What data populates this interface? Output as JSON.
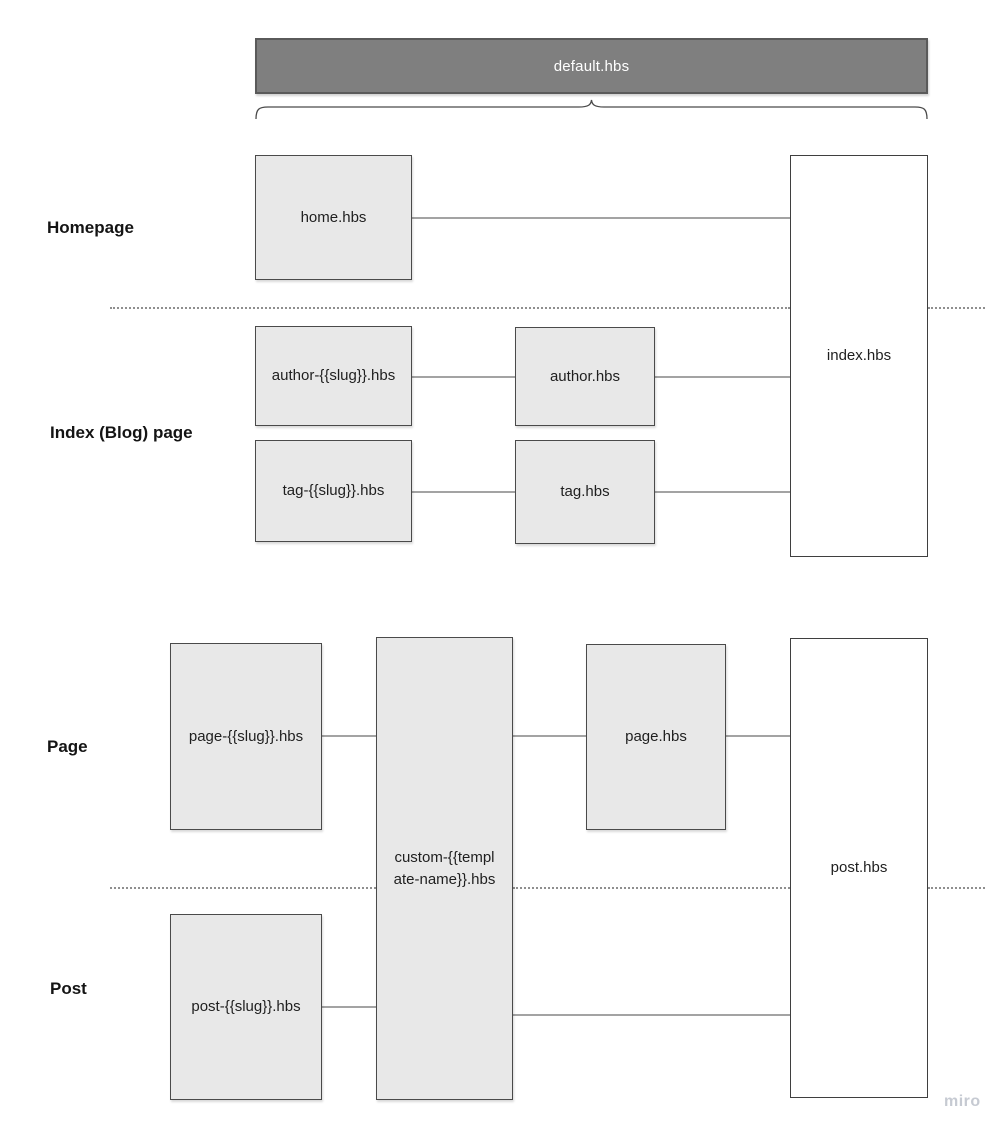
{
  "header": {
    "label": "default.hbs"
  },
  "sections": {
    "homepage": "Homepage",
    "index_blog": "Index (Blog) page",
    "page": "Page",
    "post": "Post"
  },
  "nodes": {
    "home": "home.hbs",
    "author_slug": "author-{{slug}}.hbs",
    "author": "author.hbs",
    "tag_slug": "tag-{{slug}}.hbs",
    "tag": "tag.hbs",
    "index": "index.hbs",
    "page_slug": "page-{{slug}}.hbs",
    "custom_template": "custom-{{templ\nate-name}}.hbs",
    "page": "page.hbs",
    "post": "post.hbs",
    "post_slug": "post-{{slug}}.hbs"
  },
  "watermark": "miro",
  "colors": {
    "header_fill": "#7f7f7f",
    "header_border": "#5a5a5a",
    "header_text": "#ffffff",
    "node_fill": "#e8e8e8",
    "node_border": "#4a4a4a",
    "endpoint_fill": "#ffffff",
    "connector": "#a3a3a3",
    "divider_dotted": "#8f8f8f",
    "text": "#1f1f1f",
    "watermark": "#c6cad2"
  }
}
